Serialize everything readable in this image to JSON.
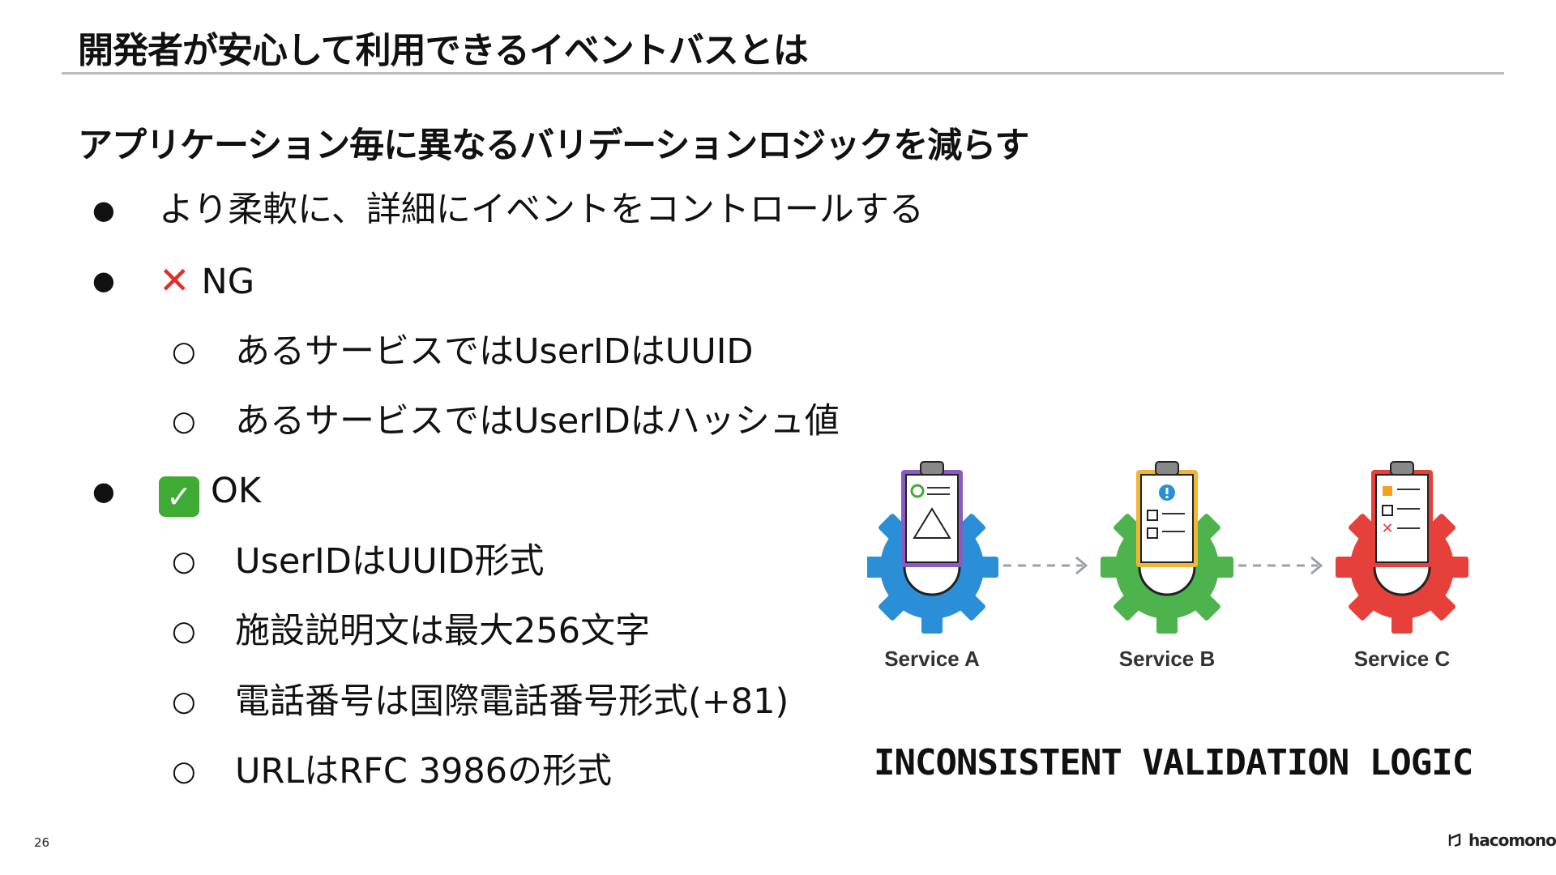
{
  "slide": {
    "title": "開発者が安心して利用できるイベントバスとは",
    "subtitle": "アプリケーション毎に異なるバリデーションロジックを減らす",
    "bullet_marker": "●",
    "sub_bullet_marker": "○",
    "bullets": [
      {
        "text": "より柔軟に、詳細にイベントをコントロールする"
      },
      {
        "icon": "cross-mark-icon",
        "text": "NG",
        "items": [
          "あるサービスではUserIDはUUID",
          "あるサービスではUserIDはハッシュ値"
        ]
      },
      {
        "icon": "check-mark-icon",
        "text": "OK",
        "items": [
          "UserIDはUUID形式",
          "施設説明文は最大256文字",
          "電話番号は国際電話番号形式(+81)",
          "URLはRFC 3986の形式"
        ]
      }
    ],
    "illustration": {
      "services": [
        {
          "label": "Service A",
          "gear_color": "#2b8fd8",
          "board_color": "#8a5cc2"
        },
        {
          "label": "Service B",
          "gear_color": "#4db34d",
          "board_color": "#f2b632"
        },
        {
          "label": "Service C",
          "gear_color": "#e5403a",
          "board_color": "#e5403a"
        }
      ],
      "caption": "INCONSISTENT VALIDATION LOGIC"
    },
    "page_number": "26",
    "brand": "hacomono"
  },
  "glyphs": {
    "cross": "✕",
    "check": "✓",
    "cross_small": "✕"
  }
}
